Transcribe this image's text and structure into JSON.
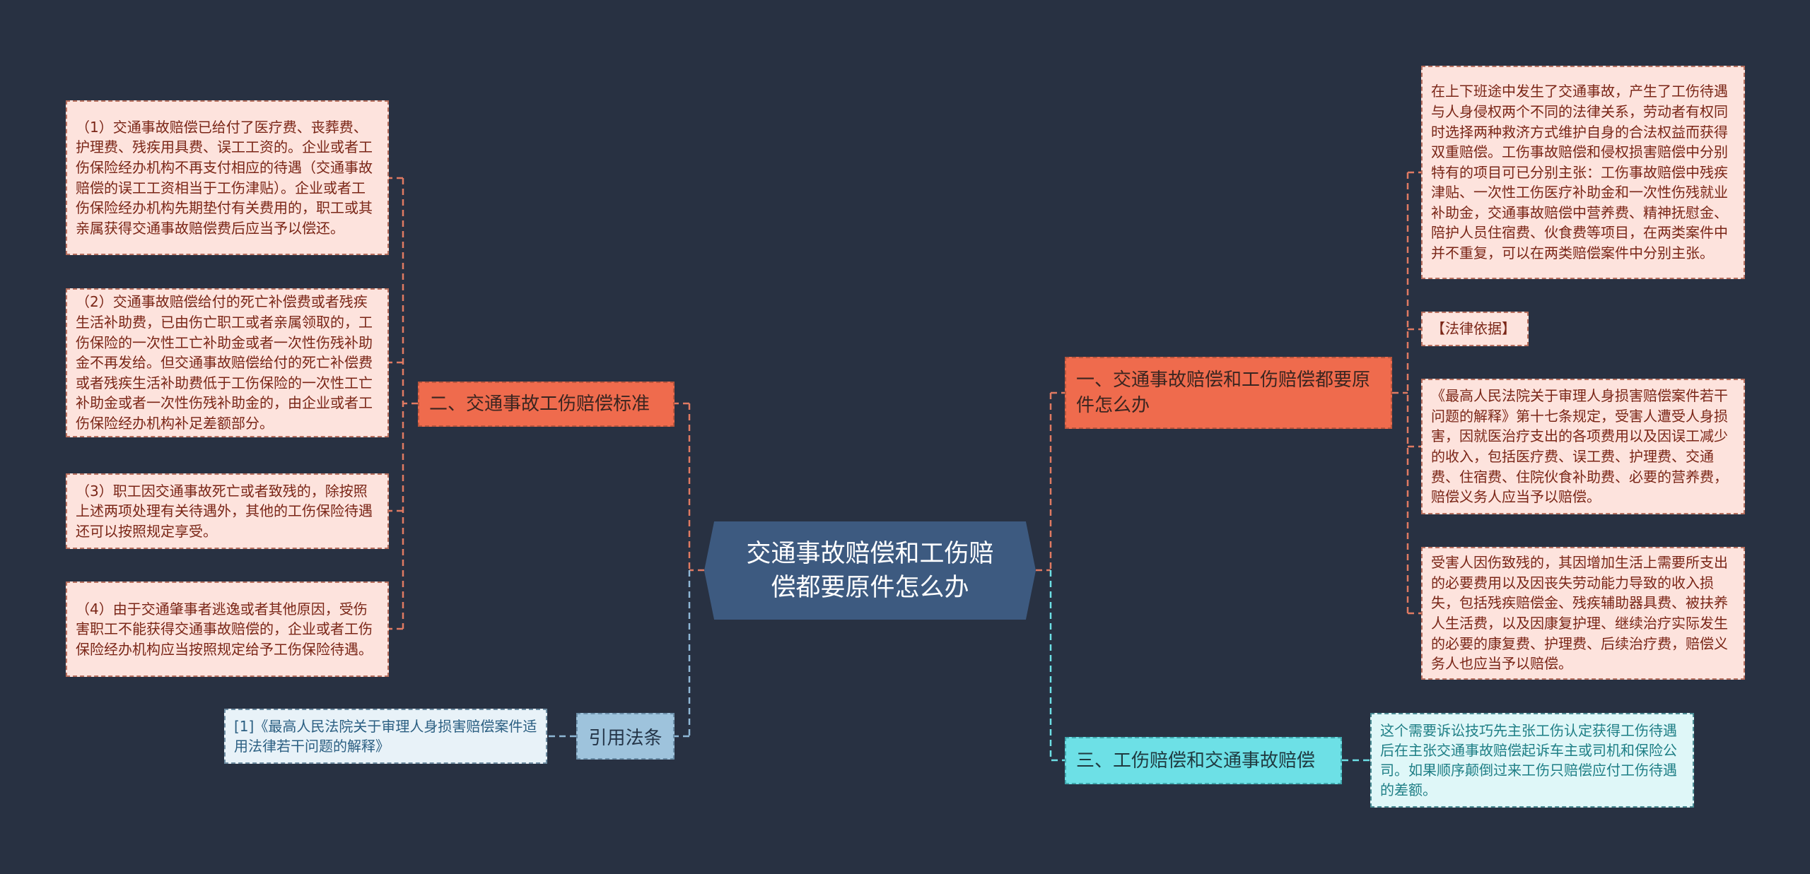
{
  "center": {
    "title": "交通事故赔偿和工伤赔偿都要原件怎么办"
  },
  "left": {
    "branch": {
      "label": "二、交通事故工伤赔偿标准",
      "leaves": [
        "（1）交通事故赔偿已给付了医疗费、丧葬费、护理费、残疾用具费、误工工资的。企业或者工伤保险经办机构不再支付相应的待遇（交通事故赔偿的误工工资相当于工伤津贴）。企业或者工伤保险经办机构先期垫付有关费用的，职工或其亲属获得交通事故赔偿费后应当予以偿还。",
        "（2）交通事故赔偿给付的死亡补偿费或者残疾生活补助费，已由伤亡职工或者亲属领取的，工伤保险的一次性工亡补助金或者一次性伤残补助金不再发给。但交通事故赔偿给付的死亡补偿费或者残疾生活补助费低于工伤保险的一次性工亡补助金或者一次性伤残补助金的，由企业或者工伤保险经办机构补足差额部分。",
        "（3）职工因交通事故死亡或者致残的，除按照上述两项处理有关待遇外，其他的工伤保险待遇还可以按照规定享受。",
        "（4）由于交通肇事者逃逸或者其他原因，受伤害职工不能获得交通事故赔偿的，企业或者工伤保险经办机构应当按照规定给予工伤保险待遇。"
      ]
    },
    "citation": {
      "label": "引用法条",
      "leaf": "[1]《最高人民法院关于审理人身损害赔偿案件适用法律若干问题的解释》"
    }
  },
  "right": {
    "branch1": {
      "label": "一、交通事故赔偿和工伤赔偿都要原件怎么办",
      "leaves": [
        "在上下班途中发生了交通事故，产生了工伤待遇与人身侵权两个不同的法律关系，劳动者有权同时选择两种救济方式维护自身的合法权益而获得双重赔偿。工伤事故赔偿和侵权损害赔偿中分别特有的项目可已分别主张：工伤事故赔偿中残疾津贴、一次性工伤医疗补助金和一次性伤残就业补助金，交通事故赔偿中营养费、精神抚慰金、陪护人员住宿费、伙食费等项目，在两类案件中并不重复，可以在两类赔偿案件中分别主张。",
        "【法律依据】",
        "《最高人民法院关于审理人身损害赔偿案件若干问题的解释》第十七条规定，受害人遭受人身损害，因就医治疗支出的各项费用以及因误工减少的收入，包括医疗费、误工费、护理费、交通费、住宿费、住院伙食补助费、必要的营养费，赔偿义务人应当予以赔偿。",
        "受害人因伤致残的，其因增加生活上需要所支出的必要费用以及因丧失劳动能力导致的收入损失，包括残疾赔偿金、残疾辅助器具费、被扶养人生活费，以及因康复护理、继续治疗实际发生的必要的康复费、护理费、后续治疗费，赔偿义务人也应当予以赔偿。"
      ]
    },
    "branch3": {
      "label": "三、工伤赔偿和交通事故赔偿",
      "leaf": "这个需要诉讼技巧先主张工伤认定获得工伤待遇后在主张交通事故赔偿起诉车主或司机和保险公司。如果顺序颠倒过来工伤只赔偿应付工伤待遇的差额。"
    }
  },
  "colors": {
    "background": "#283142",
    "orange": "#ef6b4d",
    "teal": "#6de0e6",
    "center": "#3d5a80",
    "cite": "#9ec3dc"
  }
}
